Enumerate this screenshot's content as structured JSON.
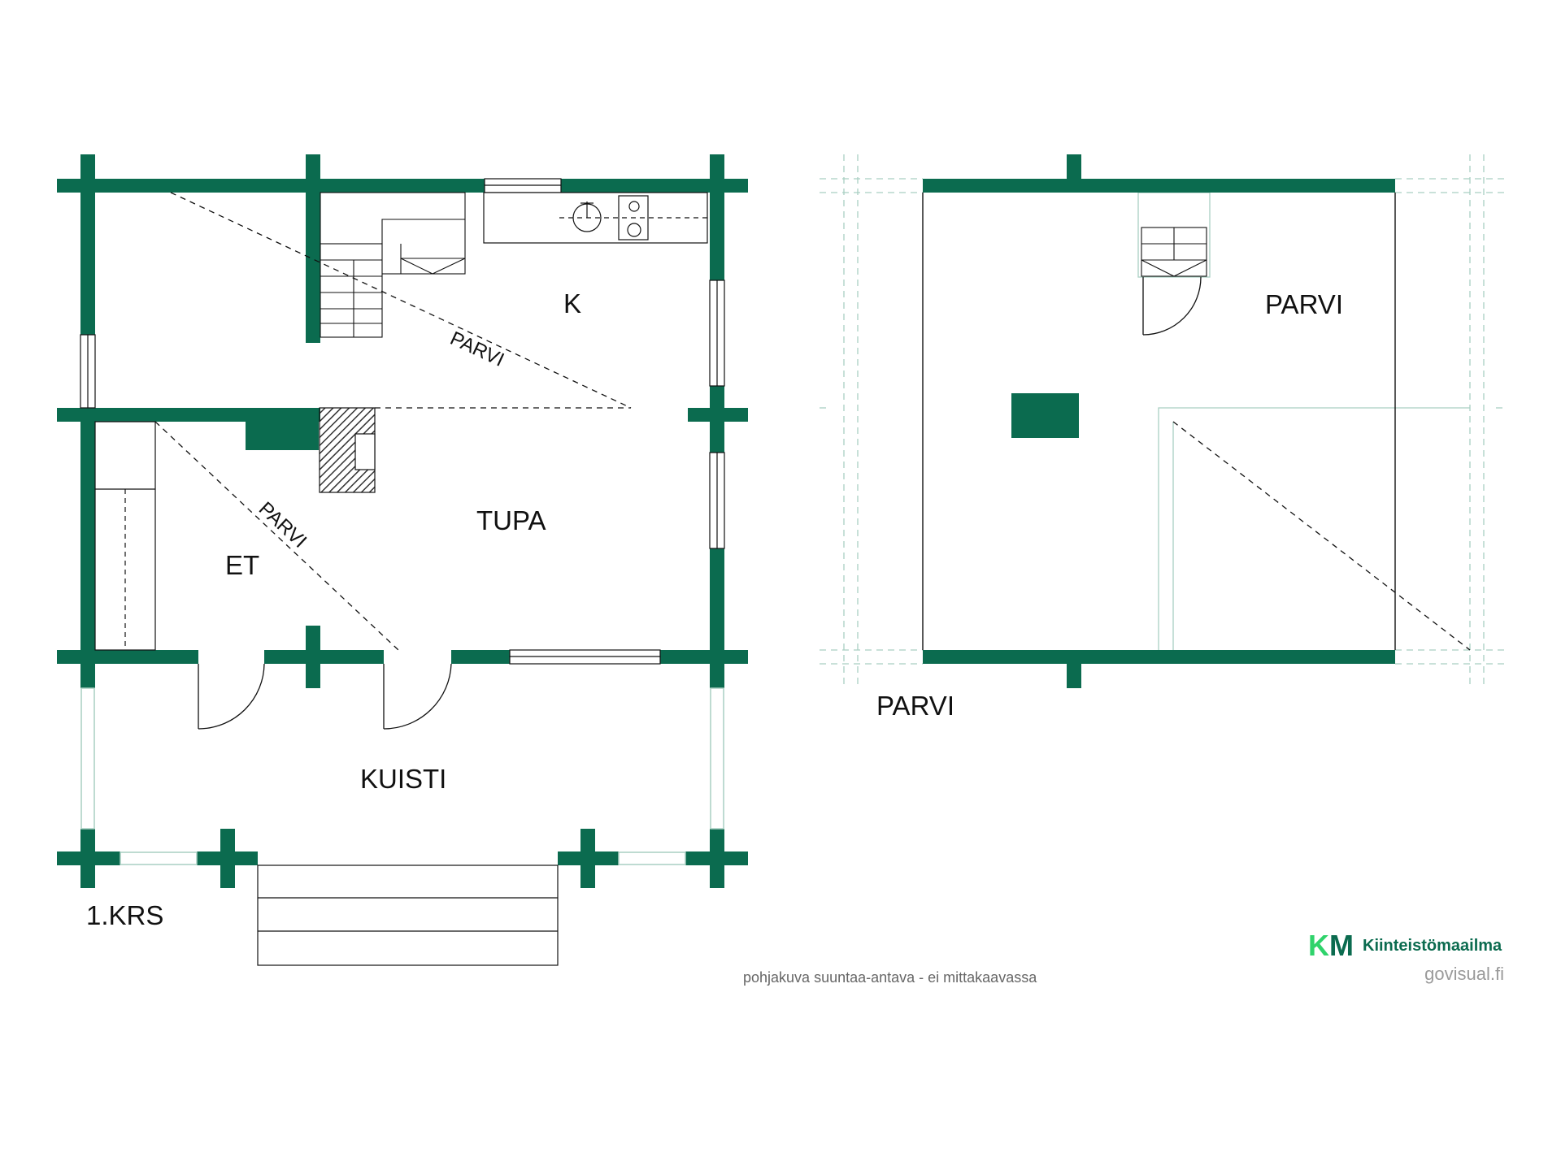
{
  "colors": {
    "wall": "#0b6b4f",
    "line": "#111111",
    "ghost": "#a9cfc2",
    "logo_green": "#0b6b4f",
    "logo_light": "#2fd36b"
  },
  "ground_floor": {
    "label": "1.KRS",
    "rooms": {
      "kitchen": "K",
      "living": "TUPA",
      "entry": "ET",
      "porch": "KUISTI"
    },
    "loft_marks": [
      "PARVI",
      "PARVI"
    ]
  },
  "loft_floor": {
    "label": "PARVI",
    "room": "PARVI"
  },
  "footer": {
    "note": "pohjakuva suuntaa-antava - ei mittakaavassa"
  },
  "brand": {
    "logo_k": "K",
    "logo_m": "M",
    "name": "Kiinteistömaailma",
    "site": "govisual.fi"
  }
}
